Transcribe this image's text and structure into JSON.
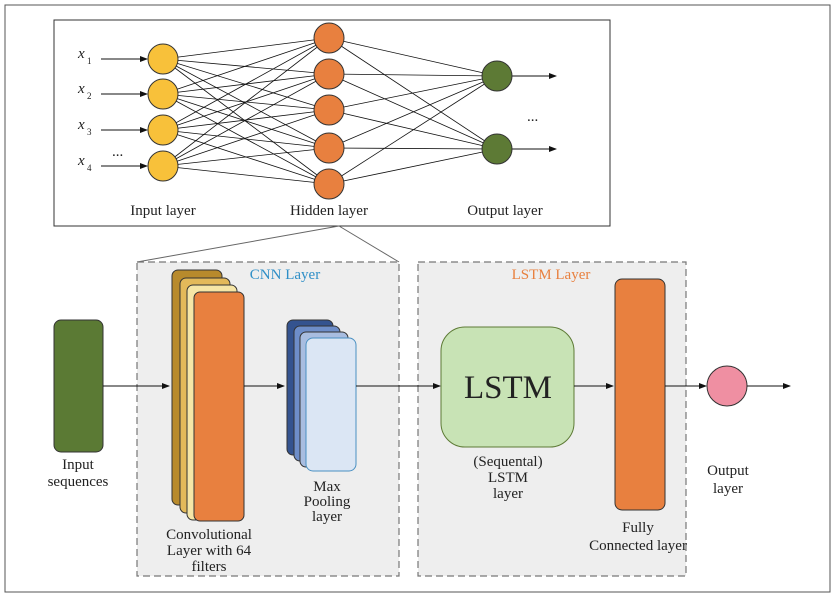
{
  "colors": {
    "input_node": "#f8c13a",
    "hidden_node": "#e8803f",
    "output_node": "#5d7a35",
    "input_seq": "#5b7a34",
    "conv_front": "#e8803f",
    "conv_back1": "#f6e6a6",
    "conv_back2": "#e3b95a",
    "conv_back3": "#b88a2c",
    "pool_front": "#dbe6f4",
    "pool_back1": "#a8bde0",
    "pool_back2": "#6e8ec9",
    "pool_back3": "#34538f",
    "lstm_cell": "#c8e3b5",
    "dense": "#e8803f",
    "output_circle": "#ef8fa2",
    "cnn_title": "#2f8fc7",
    "lstm_title": "#e8803f",
    "group_bg": "#eeeeee"
  },
  "nn": {
    "inputs": [
      {
        "base": "x",
        "sub": "1"
      },
      {
        "base": "x",
        "sub": "2"
      },
      {
        "base": "x",
        "sub": "3"
      },
      {
        "base": "x",
        "sub": "4"
      }
    ],
    "input_ellipsis": "...",
    "output_ellipsis": "...",
    "input_layer_label": "Input layer",
    "hidden_layer_label": "Hidden layer",
    "output_layer_label": "Output layer"
  },
  "cnn": {
    "title": "CNN Layer",
    "conv_label": [
      "Convolutional",
      "Layer with 64",
      "filters"
    ],
    "pool_label": [
      "Max",
      "Pooling",
      "layer"
    ]
  },
  "lstm": {
    "title": "LSTM Layer",
    "cell_text": "LSTM",
    "cell_label": [
      "(Sequental)",
      "LSTM",
      "layer"
    ],
    "dense_label": [
      "Fully",
      "Connected layer"
    ]
  },
  "input_seq_label": [
    "Input",
    "sequences"
  ],
  "output_label": [
    "Output",
    "layer"
  ]
}
